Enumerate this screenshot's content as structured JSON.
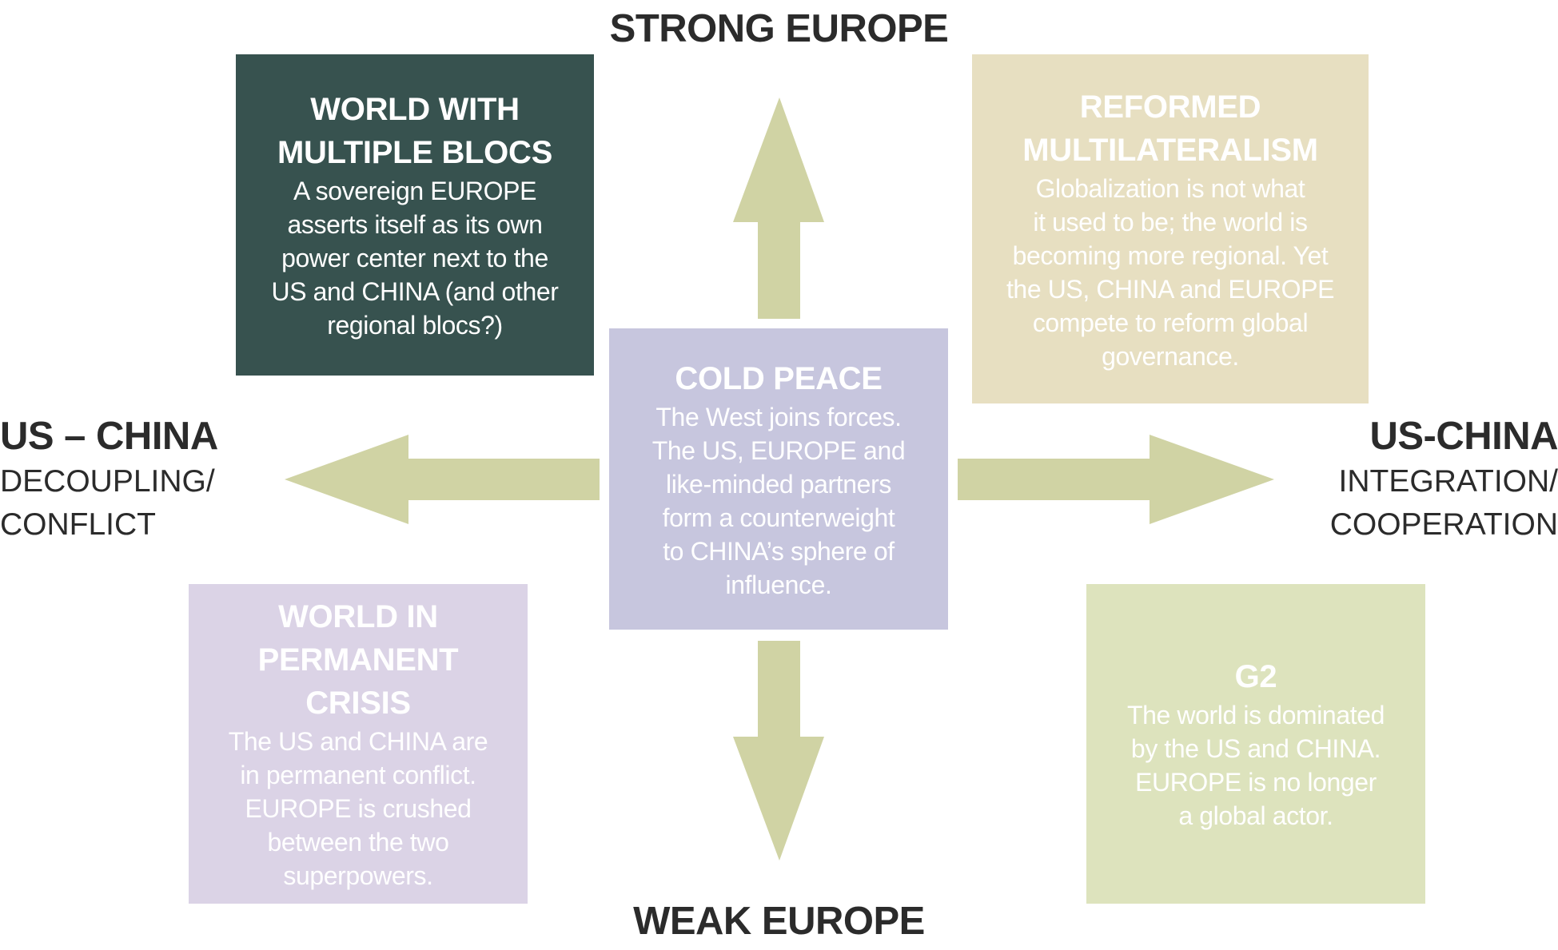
{
  "axes": {
    "top": "STRONG EUROPE",
    "bottom": "WEAK EUROPE",
    "left": {
      "title": "US – CHINA",
      "line1": "DECOUPLING/",
      "line2": "CONFLICT"
    },
    "right": {
      "title": "US-CHINA",
      "line1": "INTEGRATION/",
      "line2": "COOPERATION"
    }
  },
  "scenarios": {
    "multiple_blocs": {
      "title": "WORLD WITH\nMULTIPLE BLOCS",
      "body": "A sovereign EUROPE\nasserts itself as its own\npower center next to the\nUS and CHINA (and other\nregional blocs?)",
      "color": "#37524f"
    },
    "reformed_multilateralism": {
      "title": "REFORMED\nMULTILATERALISM",
      "body": "Globalization is not what\nit used to be; the world is\nbecoming more regional. Yet\nthe US, CHINA and EUROPE\ncompete to reform global\ngovernance.",
      "color": "#e7dfc1"
    },
    "cold_peace": {
      "title": "COLD PEACE",
      "body": "The West joins forces.\nThe US, EUROPE and\nlike-minded partners\nform a counterweight\nto CHINA’s sphere of\ninfluence.",
      "color": "#c7c6de"
    },
    "permanent_crisis": {
      "title": "WORLD IN\nPERMANENT\nCRISIS",
      "body": "The US and CHINA are\nin permanent conflict.\nEUROPE is crushed\nbetween the two\nsuperpowers.",
      "color": "#dbd3e6"
    },
    "g2": {
      "title": "G2",
      "body": "The world is dominated\nby the US and CHINA.\nEUROPE is no longer\na global actor.",
      "color": "#dde3bd"
    }
  },
  "arrow_color": "#d0d3a4"
}
